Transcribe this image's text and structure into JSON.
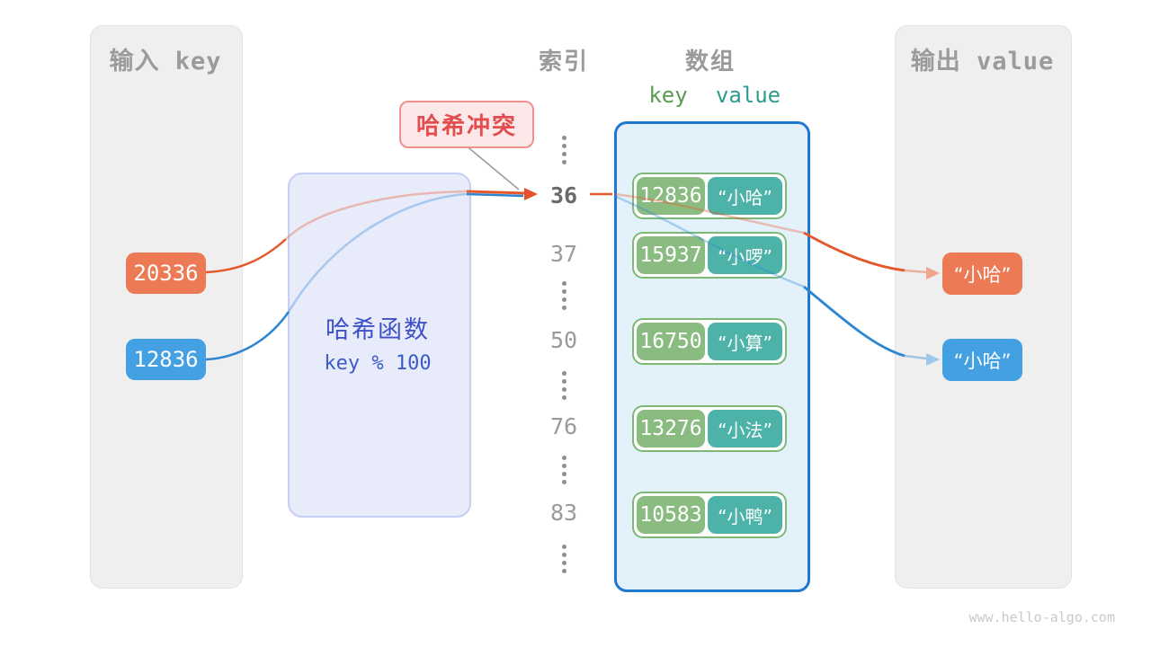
{
  "panels": {
    "input_title": "输入 key",
    "output_title": "输出 value"
  },
  "headers": {
    "index_label": "索引",
    "array_label": "数组",
    "key_label": "key",
    "value_label": "value"
  },
  "collision_badge": "哈希冲突",
  "hash_function": {
    "title": "哈希函数",
    "formula": "key % 100"
  },
  "input_keys": [
    {
      "value": "20336"
    },
    {
      "value": "12836"
    }
  ],
  "output_values": [
    {
      "value": "“小哈”"
    },
    {
      "value": "“小哈”"
    }
  ],
  "index_column": {
    "i36": "36",
    "i37": "37",
    "i50": "50",
    "i76": "76",
    "i83": "83"
  },
  "array_rows": [
    {
      "key": "12836",
      "value": "“小哈”"
    },
    {
      "key": "15937",
      "value": "“小啰”"
    },
    {
      "key": "16750",
      "value": "“小算”"
    },
    {
      "key": "13276",
      "value": "“小法”"
    },
    {
      "key": "10583",
      "value": "“小鸭”"
    }
  ],
  "watermark": "www.hello-algo.com",
  "colors": {
    "orange": "#ec7a54",
    "blue": "#43a0e2",
    "green_key": "#8abc82",
    "teal_value": "#4db3a8",
    "indigo": "#3d52c9",
    "red_badge": "#e34d4d",
    "array_border": "#1f77d0",
    "line_orange": "#e4582b",
    "line_blue": "#2e86d1",
    "key_header_green": "#5a9b52",
    "value_header_teal": "#2f9a8f"
  }
}
